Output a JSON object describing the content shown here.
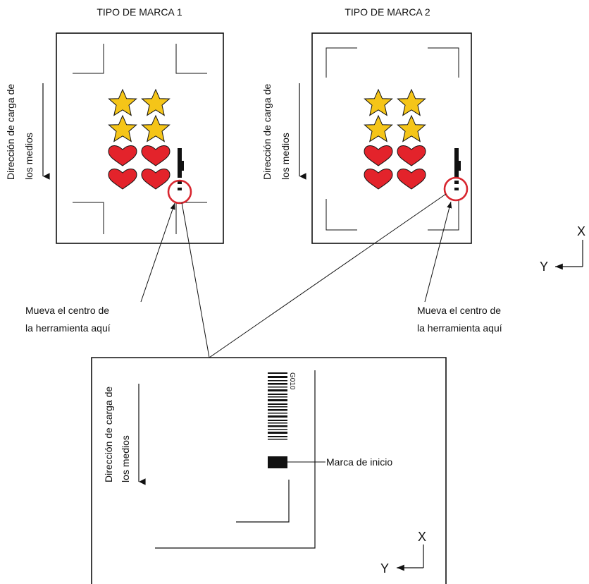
{
  "panels": {
    "type1": {
      "title": "TIPO DE MARCA 1",
      "direction_label_line1": "Dirección de carga de",
      "direction_label_line2": "los medios"
    },
    "type2": {
      "title": "TIPO DE MARCA 2",
      "direction_label_line1": "Dirección de carga de",
      "direction_label_line2": "los medios"
    }
  },
  "callouts": {
    "left_line1": "Mueva el centro de",
    "left_line2": "la herramienta aquí",
    "right_line1": "Mueva el centro de",
    "right_line2": "la herramienta aquí"
  },
  "detail": {
    "direction_label_line1": "Dirección de carga de",
    "direction_label_line2": "los medios",
    "barcode_text": "G010",
    "start_mark_label": "Marca de inicio"
  },
  "axes": {
    "x_label": "X",
    "y_label": "Y"
  },
  "colors": {
    "star": "#f5c518",
    "heart": "#e3232b",
    "circle": "#d8262f",
    "line": "#111111"
  }
}
